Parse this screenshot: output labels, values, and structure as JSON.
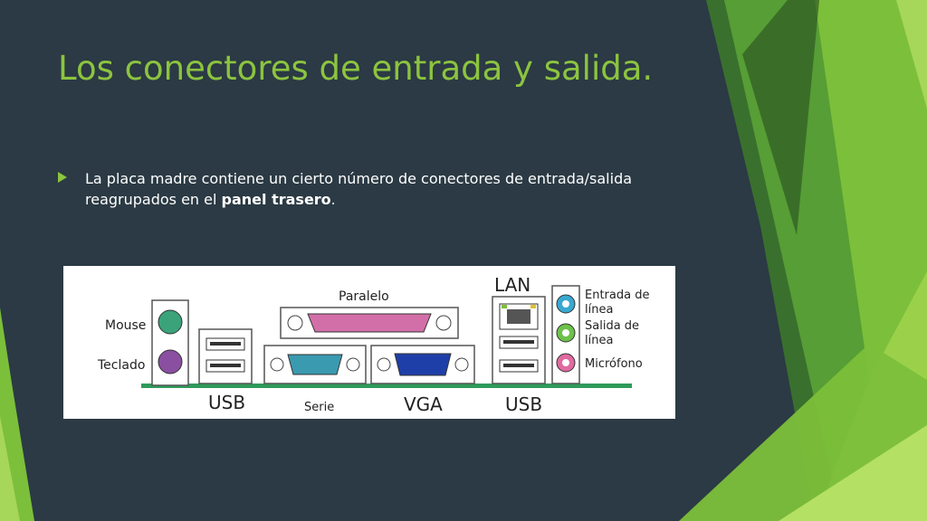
{
  "slide": {
    "title": "Los conectores de entrada y salida.",
    "bullet": {
      "text_before": "La placa madre contiene un cierto número de conectores de entrada/salida reagrupados en el ",
      "bold": "panel trasero",
      "text_after": "."
    }
  },
  "panel_labels": {
    "mouse": "Mouse",
    "teclado": "Teclado",
    "usb_left": "USB",
    "paralelo": "Paralelo",
    "serie": "Serie",
    "vga": "VGA",
    "lan": "LAN",
    "usb_right": "USB",
    "entrada_linea_1": "Entrada de",
    "entrada_linea_2": "línea",
    "salida_linea_1": "Salida de",
    "salida_linea_2": "línea",
    "microfono": "Micrófono"
  },
  "colors": {
    "background": "#2b3a44",
    "accent_green": "#8cc43f",
    "mouse_port": "#3aa37a",
    "keyboard_port": "#8a4fa0",
    "parallel_port": "#d36fa8",
    "serial_port": "#3a9ab0",
    "vga_port": "#1f3fa8",
    "line_in": "#38a8d0",
    "line_out": "#6cc24a",
    "mic": "#e06aa0"
  }
}
